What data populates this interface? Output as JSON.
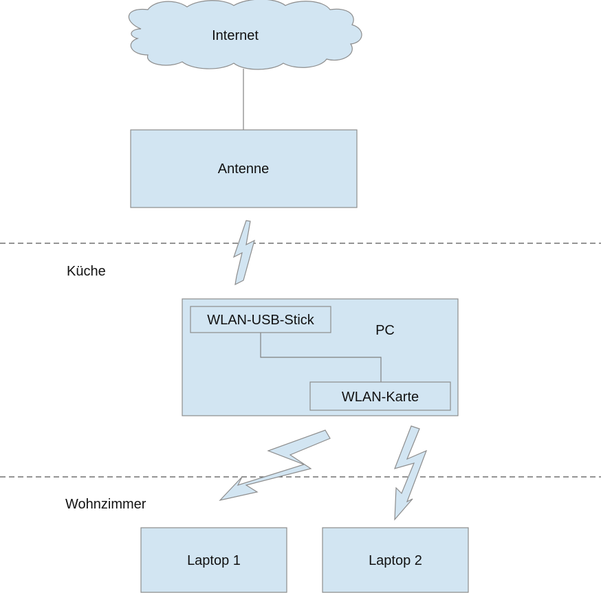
{
  "colors": {
    "box_fill": "#d2e5f2",
    "box_stroke": "#8c8c8c",
    "line": "#808080",
    "divider": "#555555",
    "background": "#ffffff"
  },
  "nodes": {
    "internet": {
      "label": "Internet",
      "shape": "cloud"
    },
    "antenne": {
      "label": "Antenne"
    },
    "pc": {
      "label": "PC"
    },
    "usb_stick": {
      "label": "WLAN-USB-Stick"
    },
    "wlan_karte": {
      "label": "WLAN-Karte"
    },
    "laptop1": {
      "label": "Laptop 1"
    },
    "laptop2": {
      "label": "Laptop 2"
    }
  },
  "zones": {
    "kueche": {
      "label": "Küche"
    },
    "wohnzimmer": {
      "label": "Wohnzimmer"
    }
  },
  "edges": [
    {
      "from": "internet",
      "to": "antenne",
      "type": "wired"
    },
    {
      "from": "usb_stick",
      "to": "wlan_karte",
      "type": "wired"
    },
    {
      "from": "antenne",
      "to": "usb_stick",
      "type": "wireless"
    },
    {
      "from": "wlan_karte",
      "to": "laptop1",
      "type": "wireless"
    },
    {
      "from": "wlan_karte",
      "to": "laptop2",
      "type": "wireless"
    }
  ]
}
